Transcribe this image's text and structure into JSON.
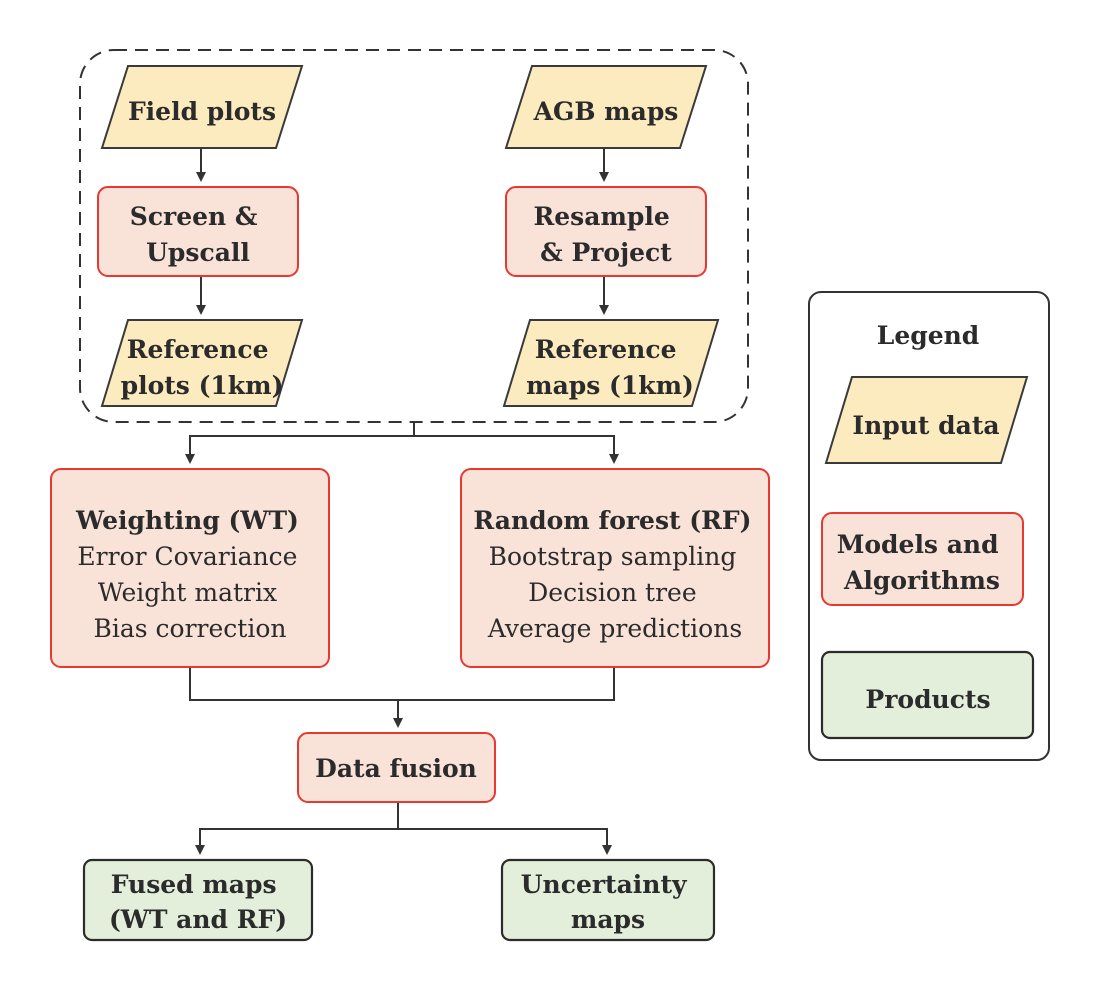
{
  "nodes": {
    "field_plots": {
      "lines": [
        "Field plots"
      ]
    },
    "agb_maps": {
      "lines": [
        "AGB maps"
      ]
    },
    "screen_upscall": {
      "lines": [
        "Screen &",
        "Upscall"
      ]
    },
    "resample_project": {
      "lines": [
        "Resample",
        "& Project"
      ]
    },
    "reference_plots": {
      "lines": [
        "Reference",
        "plots (1km)"
      ]
    },
    "reference_maps": {
      "lines": [
        "Reference",
        "maps (1km)"
      ]
    },
    "weighting": {
      "title": "Weighting (WT)",
      "lines": [
        "Error Covariance",
        "Weight matrix",
        "Bias correction"
      ]
    },
    "random_forest": {
      "title": "Random forest (RF)",
      "lines": [
        "Bootstrap sampling",
        "Decision tree",
        "Average predictions"
      ]
    },
    "data_fusion": {
      "lines": [
        "Data fusion"
      ]
    },
    "fused_maps": {
      "lines": [
        "Fused maps",
        "(WT and RF)"
      ]
    },
    "uncertainty_maps": {
      "lines": [
        "Uncertainty",
        "maps"
      ]
    }
  },
  "legend": {
    "title": "Legend",
    "items": [
      {
        "kind": "input",
        "lines": [
          "Input data"
        ]
      },
      {
        "kind": "model",
        "lines": [
          "Models and",
          "Algorithms"
        ]
      },
      {
        "kind": "product",
        "lines": [
          "Products"
        ]
      }
    ]
  }
}
